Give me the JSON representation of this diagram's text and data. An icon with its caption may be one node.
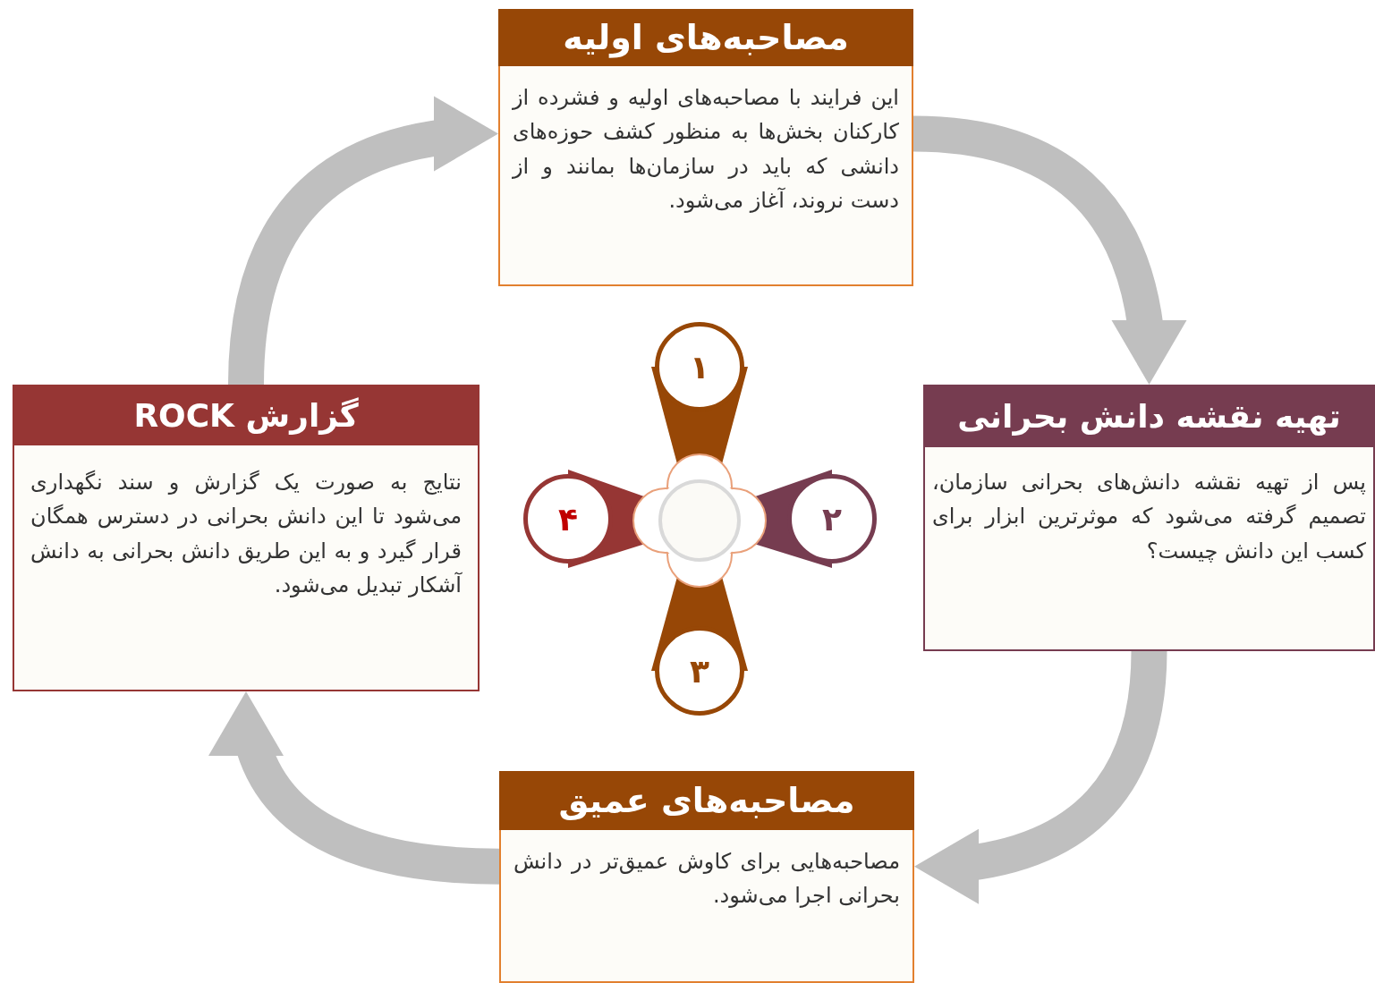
{
  "diagram": {
    "nodes": [
      {
        "text": [
          "مصاحبه‌های اولیه",
          "این فرایند با مصاحبه‌های اولیه و فشرده از کارکنان بخش‌ها به منظور کشف حوزه‌های دانشی که باید در سازمان‌ها بمانند و از دست نروند، آغاز می‌شود."
        ]
      },
      {
        "text": [
          "۱"
        ]
      },
      {
        "text": [
          "تهیه نقشه دانش بحرانی",
          "پس از تهیه نقشه دانش‌های بحرانی سازمان، تصمیم گرفته می‌شود که موثرترین ابزار برای کسب این دانش چیست؟"
        ]
      },
      {
        "text": [
          "۲"
        ]
      },
      {
        "text": [
          "۴"
        ]
      },
      {
        "text": [
          "گزارش ROCK",
          "نتایج به صورت یک گزارش و سند نگهداری می‌شود تا این دانش بحرانی در دسترس همگان قرار گیرد و به این طریق دانش بحرانی به دانش آشکار تبدیل می‌شود."
        ]
      },
      {
        "text": [
          "۳"
        ]
      },
      {
        "text": [
          "مصاحبه‌های عمیق",
          "مصاحبه‌هایی برای کاوش عمیق‌تر در دانش بحرانی اجرا می‌شود."
        ]
      }
    ],
    "edges": [
      {
        "from": 0,
        "to": 2,
        "arrow": "to"
      },
      {
        "from": 2,
        "to": 7,
        "arrow": "to"
      },
      {
        "from": 7,
        "to": 5,
        "arrow": "to"
      },
      {
        "from": 5,
        "to": 0,
        "arrow": "to"
      }
    ]
  }
}
